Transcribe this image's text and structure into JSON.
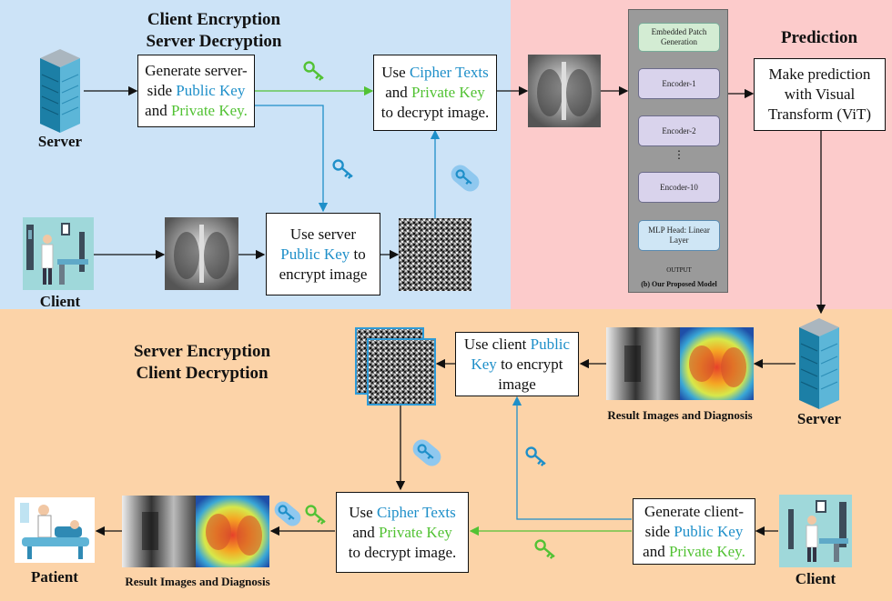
{
  "top_left": {
    "title_line1": "Client Encryption",
    "title_line2": "Server Decryption",
    "server_label": "Server",
    "client_label": "Client",
    "gen_box": {
      "l1": "Generate server-",
      "l2a": "side ",
      "l2b": "Public Key",
      "l3a": "and ",
      "l3b": "Private Key."
    },
    "encrypt_box": {
      "l1": "Use server",
      "l2a": "Public Key",
      "l2b": " to",
      "l3": "encrypt image"
    },
    "decrypt_box": {
      "l1a": "Use ",
      "l1b": "Cipher Texts",
      "l2a": "and ",
      "l2b": "Private Key",
      "l3": "to decrypt image."
    }
  },
  "prediction": {
    "title": "Prediction",
    "box": {
      "l1": "Make prediction",
      "l2": "with Visual",
      "l3": "Transform (ViT)"
    },
    "model": {
      "blocks": [
        "Embedded Patch Generation",
        "Encoder-1",
        "Encoder-2",
        "Encoder-10",
        "MLP Head: Linear Layer"
      ],
      "dots": "⋮",
      "output": "OUTPUT",
      "caption": "(b) Our Proposed Model"
    }
  },
  "bottom": {
    "title_line1": "Server Encryption",
    "title_line2": "Client Decryption",
    "server_label": "Server",
    "client_label": "Client",
    "patient_label": "Patient",
    "result_label_right": "Result Images and Diagnosis",
    "result_label_left": "Result Images and Diagnosis",
    "encrypt_box": {
      "l1a": "Use client ",
      "l1b": "Public",
      "l2a": "Key",
      "l2b": " to encrypt",
      "l3": "image"
    },
    "gen_box": {
      "l1": "Generate client-",
      "l2a": "side ",
      "l2b": "Public Key",
      "l3a": "and ",
      "l3b": "Private Key."
    },
    "decrypt_box": {
      "l1a": "Use ",
      "l1b": "Cipher Texts",
      "l2a": "and ",
      "l2b": "Private Key",
      "l3": "to decrypt image."
    }
  },
  "colors": {
    "public_key": "#1e8fc9",
    "private_key": "#52c234",
    "region_top_left": "#cce3f7",
    "region_top_right": "#fccbcb",
    "region_bottom": "#fcd3a8"
  }
}
